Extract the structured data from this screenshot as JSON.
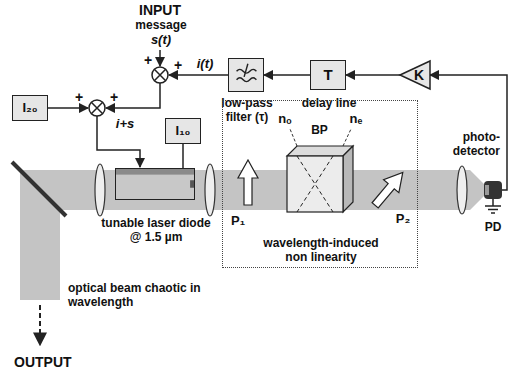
{
  "diagram": {
    "nodes": [
      {
        "text": [
          "low-pass filter (τ)"
        ]
      },
      {
        "text": [
          "T",
          "delay line"
        ]
      },
      {
        "text": [
          "K"
        ]
      },
      {
        "text": [
          "I₂₀"
        ]
      },
      {
        "text": [
          "I₁₀"
        ]
      },
      {
        "text": [
          "tunable laser diode @ 1.5 µm"
        ]
      },
      {
        "text": [
          "wavelength-induced non linearity"
        ]
      },
      {
        "text": [
          "BP"
        ],
        "in": 6
      },
      {
        "text": [
          "photo-detector",
          "PD"
        ]
      }
    ],
    "edges": [
      {
        "from": 8,
        "to": 2,
        "arrow": "to"
      },
      {
        "from": 2,
        "to": 1,
        "arrow": "to"
      },
      {
        "from": 1,
        "to": 0,
        "arrow": "to"
      },
      {
        "from": 4,
        "to": 5,
        "arrow": "none"
      }
    ],
    "labels": [
      "INPUT",
      "message",
      "s(t)",
      "+",
      "+",
      "+",
      "+",
      "i(t)",
      "i+s",
      "nₒ",
      "nₑ",
      "P₁",
      "P₂",
      "optical beam chaotic in wavelength",
      "OUTPUT"
    ]
  }
}
